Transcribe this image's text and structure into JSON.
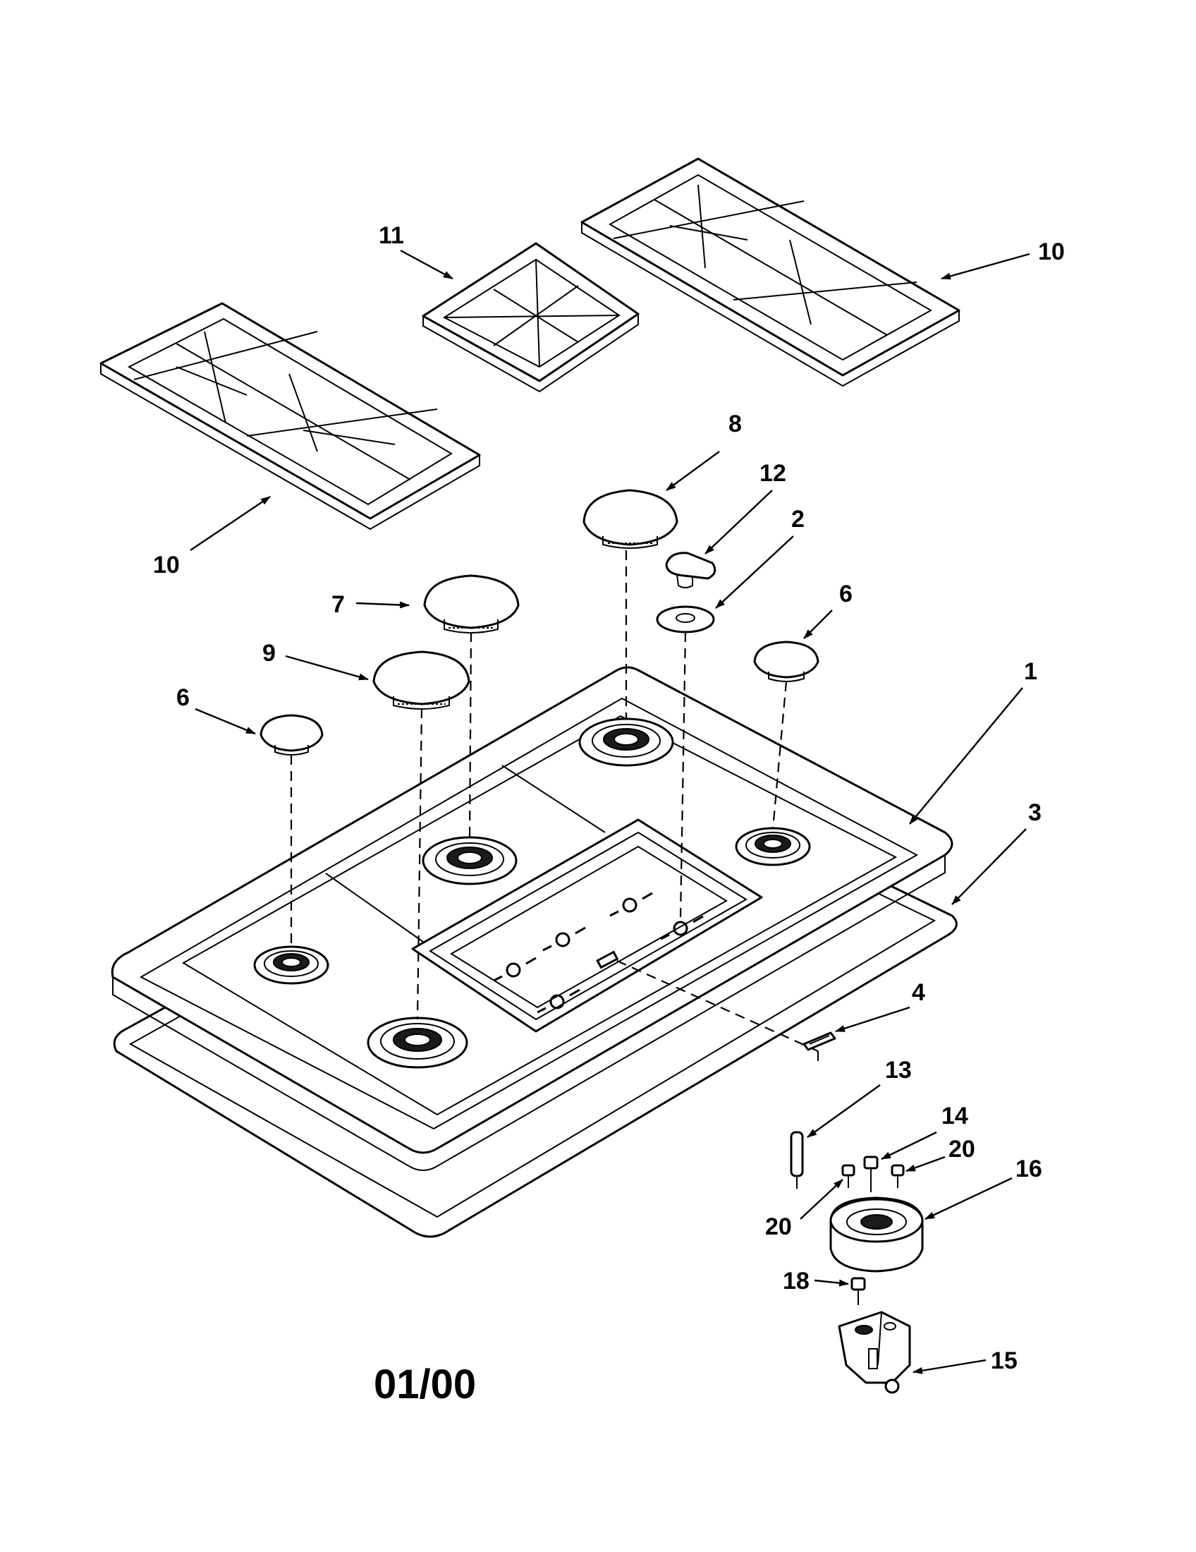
{
  "diagram": {
    "callouts": [
      {
        "id": "c10a",
        "label": "10"
      },
      {
        "id": "c11",
        "label": "11"
      },
      {
        "id": "c10b",
        "label": "10"
      },
      {
        "id": "c8",
        "label": "8"
      },
      {
        "id": "c12",
        "label": "12"
      },
      {
        "id": "c2",
        "label": "2"
      },
      {
        "id": "c7",
        "label": "7"
      },
      {
        "id": "c6a",
        "label": "6"
      },
      {
        "id": "c9",
        "label": "9"
      },
      {
        "id": "c6b",
        "label": "6"
      },
      {
        "id": "c1",
        "label": "1"
      },
      {
        "id": "c3",
        "label": "3"
      },
      {
        "id": "c4",
        "label": "4"
      },
      {
        "id": "c13",
        "label": "13"
      },
      {
        "id": "c14",
        "label": "14"
      },
      {
        "id": "c20a",
        "label": "20"
      },
      {
        "id": "c16",
        "label": "16"
      },
      {
        "id": "c20b",
        "label": "20"
      },
      {
        "id": "c18",
        "label": "18"
      },
      {
        "id": "c15",
        "label": "15"
      }
    ],
    "date_code": "01/00"
  }
}
